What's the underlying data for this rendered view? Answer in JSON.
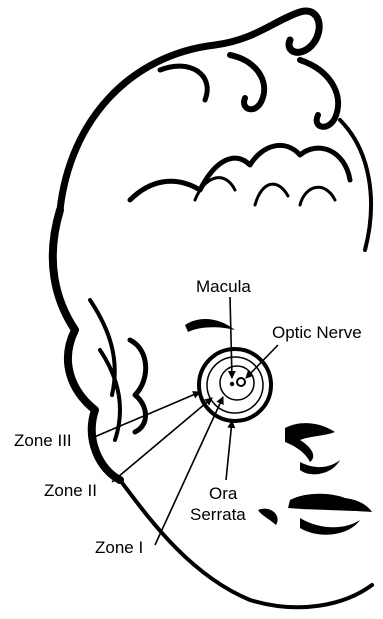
{
  "labels": {
    "macula": "Macula",
    "optic_nerve": "Optic Nerve",
    "zone_3": "Zone III",
    "zone_2": "Zone II",
    "zone_1": "Zone I",
    "ora_serrata_line1": "Ora",
    "ora_serrata_line2": "Serrata"
  },
  "colors": {
    "ink": "#000000",
    "paper": "#ffffff"
  }
}
